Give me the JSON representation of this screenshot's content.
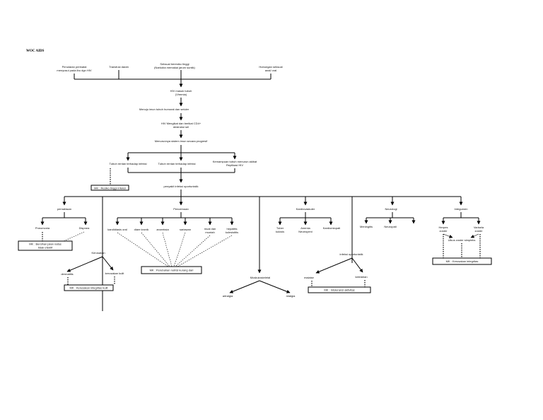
{
  "title": "WOC AIDS",
  "nodes": {
    "penularan": [
      "Penularan perinatal",
      "menyusui pada ibu dgn HIV"
    ],
    "transfusi": [
      "Transfusi darah"
    ],
    "seksual_beresiko": [
      "Seksual beresiko tinggi",
      "(Narkoba memakai jarum suntik)"
    ],
    "hubungan_seksual": [
      "Hubungan seksual",
      "anal/ oral"
    ],
    "hiv_masuk": [
      "HIV masuk tubuh",
      "(Viremia)"
    ],
    "menuju_sel": [
      "Menuju imun tubuh humoral dan seluler"
    ],
    "hiv_mengikat": [
      "HIV Mengikat dan berikat CD4+",
      "destruksi sel"
    ],
    "menurunnya": [
      "Menurunnya sistem imun secara progresif"
    ],
    "rentan1": [
      "Tubuh rentan terhadap infeksi"
    ],
    "rentan2": [
      "Tubuh rentan terhadap infeksi"
    ],
    "kemampuan": [
      "Kemampuan tubuh menurun akibat",
      "Replikasi HIV"
    ],
    "mk_resiko": [
      "MK : Resiko tinggi infeksi"
    ],
    "penyakit": [
      "penyakit infeksi oportunistik"
    ],
    "pernafasan": [
      "pernafasan"
    ],
    "pneumonia": [
      "Pneumonia"
    ],
    "dispnea": [
      "Dispnea"
    ],
    "mk_bersihan": [
      "MK : Bersihan jalan nafas",
      "tidak efektif"
    ],
    "kerusakan": [
      "Kerusakan"
    ],
    "dermatitis": [
      "dermatitis"
    ],
    "lesi_kulit": [
      "kerusakan kulit"
    ],
    "mk_kerusakan": [
      "MK : Kerusakan integritas kulit"
    ],
    "pencernaan": [
      "Pencernaan"
    ],
    "kandidiasis": [
      "kandidiasis oral"
    ],
    "diare_kronik": [
      "diare kronik"
    ],
    "anoreksia": [
      "anoreksia"
    ],
    "sariawan": [
      "sariawan"
    ],
    "mual_muntah": [
      "mual dan",
      "muntah"
    ],
    "hepatitis": [
      "hepatitis",
      "kolesistitis"
    ],
    "mk_perubahan": [
      "MK : Perubahan nutrisi kurang dari"
    ],
    "muskuloskeletal": [
      "Muskuloskeletal"
    ],
    "artralgia": [
      "artralgia"
    ],
    "mialgia": [
      "mialgia"
    ],
    "kardiovaskuler": [
      "Kardiovaskuler"
    ],
    "tuberkulosis": [
      "Tuber",
      "kulosis"
    ],
    "anemia": [
      "Anemia",
      "Neutropeni"
    ],
    "kardiomiopati": [
      "Kardiomiopati"
    ],
    "oportunistik": [
      "infeksi oportunistik"
    ],
    "malaise": [
      "malaise"
    ],
    "kelelahan": [
      "kelelahan"
    ],
    "mk_intoleransi": [
      "MK : Intoleransi aktivitas"
    ],
    "neurologi": [
      "Neurologi"
    ],
    "meningitis": [
      "Meningitis"
    ],
    "neuropati": [
      "Neuropati"
    ],
    "integumen": [
      "Integumen"
    ],
    "herpes": [
      "Herpes",
      "zoster"
    ],
    "varisela": [
      "Varisela",
      "zoster"
    ],
    "ulkus": [
      "Ulkus zoster simpleks"
    ],
    "mk_integritas": [
      "MK : Kerusakan integritas"
    ]
  }
}
